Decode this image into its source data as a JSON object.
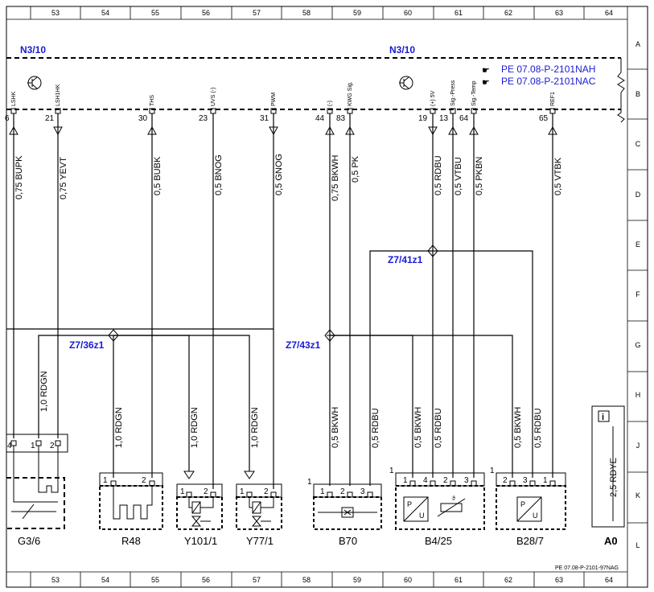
{
  "grid": {
    "columns": [
      "53",
      "54",
      "55",
      "56",
      "57",
      "58",
      "59",
      "60",
      "61",
      "62",
      "63",
      "64"
    ],
    "rows": [
      "A",
      "B",
      "C",
      "D",
      "E",
      "F",
      "G",
      "H",
      "J",
      "K",
      "L"
    ]
  },
  "module": {
    "left_name": "N3/10",
    "right_name": "N3/10",
    "refs": [
      "PE 07.08-P-2101NAH",
      "PE 07.08-P-2101NAC"
    ]
  },
  "module_pins": [
    {
      "label": "LSHK",
      "num": "6"
    },
    {
      "label": "LSH1HK",
      "num": "21"
    },
    {
      "label": "THS",
      "num": "30"
    },
    {
      "label": "UVS (-)",
      "num": "23"
    },
    {
      "label": "PWM",
      "num": "31"
    },
    {
      "label": "(-)",
      "num": "44"
    },
    {
      "label": "KWG Sig.",
      "num": "83"
    },
    {
      "label": "(+) 5V",
      "num": "19"
    },
    {
      "label": "Sig.-Press",
      "num": "13"
    },
    {
      "label": "Sig.-Temp",
      "num": "64"
    },
    {
      "label": "REF1",
      "num": "65"
    }
  ],
  "wires_upper": [
    "0,75 BUPK",
    "0,75 YEVT",
    "0,5 BUBK",
    "0,5 BNOG",
    "0,5 GNOG",
    "0,75 BKWH",
    "0,5 PK",
    "0,5 RDBU",
    "0,5 VTBU",
    "0,5 PKBN",
    "0,5 VTBK"
  ],
  "wires_lower": [
    "1,0 RDGN",
    "1,0 RDGN",
    "1,0 RDGN",
    "1,0 RDGN",
    "0,5 BKWH",
    "0,5 RDBU",
    "0,5 BKWH",
    "0,5 RDBU",
    "0,5 BKWH",
    "0,5 RDBU"
  ],
  "splices": [
    "Z7/36z1",
    "Z7/43z1",
    "Z7/41z1"
  ],
  "components": [
    {
      "name": "G3/6",
      "pins": [
        "4",
        "1",
        "2"
      ]
    },
    {
      "name": "R48",
      "pins": [
        "1",
        "2"
      ]
    },
    {
      "name": "Y101/1",
      "pins": [
        "1",
        "2"
      ]
    },
    {
      "name": "Y77/1",
      "pins": [
        "1",
        "2"
      ]
    },
    {
      "name": "B70",
      "pins": [
        "1",
        "2",
        "3"
      ],
      "index": "1"
    },
    {
      "name": "B4/25",
      "pins": [
        "1",
        "4",
        "2",
        "3"
      ],
      "index": "1"
    },
    {
      "name": "B28/7",
      "pins": [
        "2",
        "3",
        "1"
      ],
      "index": "1"
    }
  ],
  "ground": {
    "name": "A0",
    "wire": "2,5 RDYE",
    "icon": "i"
  },
  "footer": "PE 07.08-P-2101-97NAG"
}
